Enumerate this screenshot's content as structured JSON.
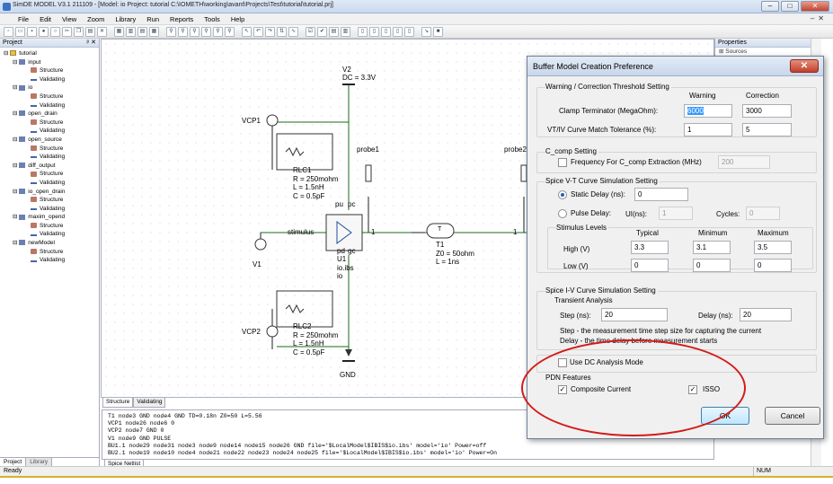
{
  "window": {
    "title": "SimDE MODEL V3.1 211109 - [Model: io  Project: tutorial  C:\\IOMETH\\working\\avant\\Projects\\Test\\tutorial\\tutorial.prj]"
  },
  "menu": [
    "File",
    "Edit",
    "View",
    "Zoom",
    "Library",
    "Run",
    "Reports",
    "Tools",
    "Help"
  ],
  "left_panel": {
    "title": "Project",
    "root": "tutorial",
    "models": [
      {
        "name": "input",
        "children": [
          "Structure",
          "Validating"
        ]
      },
      {
        "name": "io",
        "children": [
          "Structure",
          "Validating"
        ]
      },
      {
        "name": "open_drain",
        "children": [
          "Structure",
          "Validating"
        ]
      },
      {
        "name": "open_source",
        "children": [
          "Structure",
          "Validating"
        ]
      },
      {
        "name": "diff_output",
        "children": [
          "Structure",
          "Validating"
        ]
      },
      {
        "name": "io_open_drain",
        "children": [
          "Structure",
          "Validating"
        ]
      },
      {
        "name": "maxim_opend",
        "children": [
          "Structure",
          "Validating"
        ]
      },
      {
        "name": "newModel",
        "children": [
          "Structure",
          "Validating"
        ]
      }
    ],
    "tabs": [
      "Project",
      "Library"
    ]
  },
  "right_panel": {
    "title": "Properties",
    "item": "Sources"
  },
  "schematic": {
    "v2": "V2",
    "v2_dc": "DC = 3.3V",
    "vcp1": "VCP1",
    "vcp2": "VCP2",
    "v1": "V1",
    "rlc1": [
      "RLC1",
      "R = 250mohm",
      "L = 1.5nH",
      "C = 0.5pF"
    ],
    "rlc2": [
      "RLC2",
      "R = 250mohm",
      "L = 1.5nH",
      "C = 0.5pF"
    ],
    "probe1": "probe1",
    "probe2": "probe2",
    "stimulus": "stimulus",
    "u1": [
      "U1",
      "io.ibs",
      "io"
    ],
    "pins": {
      "pu": "pu",
      "pc": "pc",
      "pd": "pd",
      "gc": "gc"
    },
    "node1a": "1",
    "node1b": "1",
    "t1": [
      "T1",
      "Z0 = 50ohm",
      "L = 1ns"
    ],
    "t_sym": "T",
    "gnd": "GND"
  },
  "canvas_tabs": [
    "Structure",
    "Validating"
  ],
  "netlist": {
    "lines": [
      "T1 node3 GND node4 GND TD=0.18n Z0=50 L=5.56",
      "VCP1 node26 node6 0",
      "VCP2 node7 GND 0",
      "V1 node9 GND PULSE",
      "BU1.1 node29 node31 node3 node9 node14 node15 node26 GND file='$LocalModel$IBIS$io.ibs' model='io' Power=off",
      "BU2.1 node19 node10 node4 node21 node22 node23 node24 node25 file='$LocalModel$IBIS$io.ibs' model='io' Power=On"
    ],
    "tab": "Spice Netlist"
  },
  "status": {
    "left": "Ready",
    "right": "NUM"
  },
  "dialog": {
    "title": "Buffer Model Creation Preference",
    "close": "✕",
    "warn": {
      "title": "Warning / Correction Threshold Setting",
      "col_warning": "Warning",
      "col_correction": "Correction",
      "clamp_label": "Clamp Terminator (MegaOhm):",
      "clamp_warning": "6000",
      "clamp_correction": "3000",
      "vt_label": "VT/IV Curve Match Tolerance (%):",
      "vt_warning": "1",
      "vt_correction": "5"
    },
    "ccomp": {
      "title": "C_comp Setting",
      "freq_label": "Frequency For C_comp Extraction (MHz)",
      "freq_value": "200",
      "checked": false
    },
    "vt": {
      "title": "Spice V-T Curve Simulation Setting",
      "static_label": "Static Delay (ns):",
      "static_value": "0",
      "pulse_label": "Pulse Delay:",
      "ui_label": "UI(ns):",
      "ui_value": "1",
      "cycles_label": "Cycles:",
      "cycles_value": "0",
      "selected": "static",
      "stim_title": "Stimulus Levels",
      "col_typical": "Typical",
      "col_minimum": "Minimum",
      "col_maximum": "Maximum",
      "high_label": "High (V)",
      "high": [
        "3.3",
        "3.1",
        "3.5"
      ],
      "low_label": "Low (V)",
      "low": [
        "0",
        "0",
        "0"
      ]
    },
    "iv": {
      "title": "Spice I-V Curve Simulation Setting",
      "transient_title": "Transient Analysis",
      "step_label": "Step (ns):",
      "step_value": "20",
      "delay_label": "Delay (ns):",
      "delay_value": "20",
      "note1": "Step - the measurement time step size for capturing the current",
      "note2": "Delay - the time delay before measurement starts"
    },
    "dc": {
      "label": "Use DC Analysis Mode",
      "checked": false
    },
    "pdn": {
      "title": "PDN Features",
      "composite_label": "Composite Current",
      "composite_checked": true,
      "isso_label": "ISSO",
      "isso_checked": true
    },
    "ok": "OK",
    "cancel": "Cancel"
  },
  "colors": {
    "wire": "#1a6b1a",
    "highlight": "#d41a1a",
    "accent": "#3399ff"
  }
}
